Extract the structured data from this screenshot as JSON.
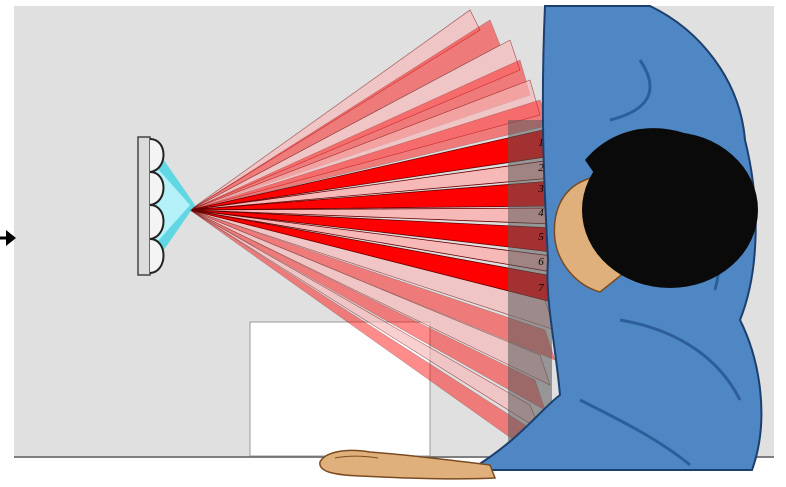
{
  "diagram": {
    "zone_labels": [
      "1",
      "2",
      "3",
      "4",
      "5",
      "6",
      "7"
    ],
    "colors": {
      "background_panel": "#e0e0e0",
      "beam_strong": "#ff0000",
      "beam_light": "#f7b8b8",
      "sensor_glow": "#37d4e6",
      "shirt": "#4f86c4",
      "hair": "#0a0a0a",
      "skin": "#e0b07c"
    },
    "icons": [
      "arrow-right-icon",
      "pir-sensor-lens-icon",
      "person-top-view-icon",
      "hand-icon"
    ]
  }
}
